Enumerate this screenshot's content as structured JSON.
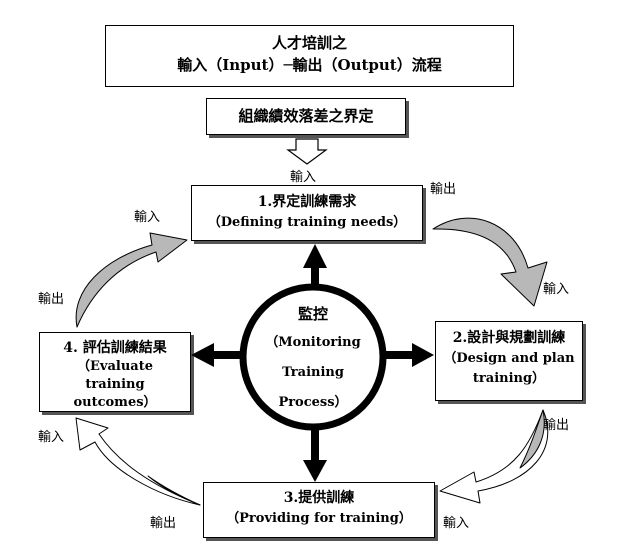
{
  "title": {
    "line1": "人才培訓之",
    "line2": "輸入（Input）─輸出（Output）流程"
  },
  "top_box": "組織績效落差之界定",
  "input_label_top": "輸入",
  "steps": {
    "step1": {
      "line1": "1.界定訓練需求",
      "line2": "（Defining training needs）"
    },
    "step2": {
      "line1": "2.設計與規劃訓練",
      "line2": "（Design and plan",
      "line3": "training）"
    },
    "step3": {
      "line1": "3.提供訓練",
      "line2": "（Providing for training）"
    },
    "step4": {
      "line1": "4. 評估訓練結果",
      "line2": "（Evaluate",
      "line3": "training",
      "line4": "outcomes）"
    }
  },
  "center": {
    "line1": "監控",
    "line2": "（Monitoring",
    "line3": "Training",
    "line4": "Process）"
  },
  "flow_labels": {
    "output_1": "輸出",
    "input_2": "輸入",
    "output_2": "輸出",
    "input_3": "輸入",
    "output_3": "輸出",
    "input_4": "輸入",
    "output_4": "輸出",
    "input_1": "輸入"
  }
}
